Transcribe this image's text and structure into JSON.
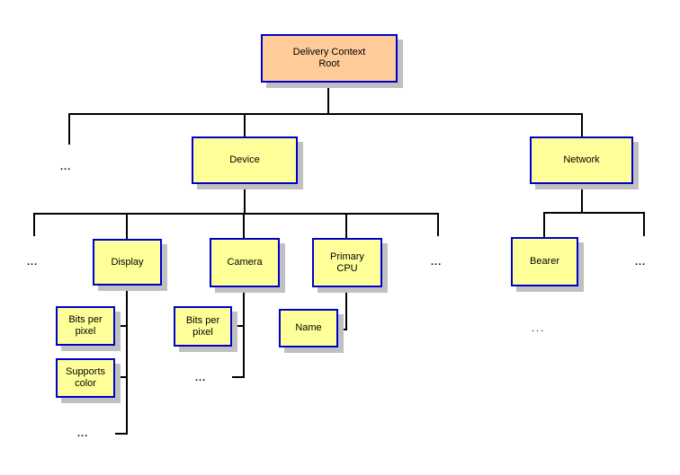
{
  "diagram_type": "tree-hierarchy",
  "colors": {
    "background": "#FFFFFF",
    "root_fill": "#FFCC99",
    "node_fill": "#FFFF99",
    "node_border": "#0000CC",
    "shadow": "#C0C0C0",
    "connector": "#000000",
    "text": "#000000"
  },
  "nodes": {
    "root": {
      "label": "Delivery Context\nRoot"
    },
    "device": {
      "label": "Device"
    },
    "network": {
      "label": "Network"
    },
    "display": {
      "label": "Display"
    },
    "camera": {
      "label": "Camera"
    },
    "primary_cpu": {
      "label": "Primary\nCPU"
    },
    "bearer": {
      "label": "Bearer"
    },
    "display_bits_per_pixel": {
      "label": "Bits per\npixel"
    },
    "display_supports_color": {
      "label": "Supports\ncolor"
    },
    "camera_bits_per_pixel": {
      "label": "Bits per\npixel"
    },
    "cpu_name": {
      "label": "Name"
    }
  },
  "ellipsis": {
    "symbol": "..."
  },
  "structure": {
    "Delivery Context Root": [
      "...",
      "Device",
      "Network"
    ],
    "Device": [
      "...",
      "Display",
      "Camera",
      "Primary CPU",
      "..."
    ],
    "Network": [
      "Bearer",
      "..."
    ],
    "Display": [
      "Bits per pixel",
      "Supports color",
      "..."
    ],
    "Camera": [
      "Bits per pixel",
      "..."
    ],
    "Primary CPU": [
      "Name"
    ],
    "Bearer": [
      "..."
    ]
  }
}
